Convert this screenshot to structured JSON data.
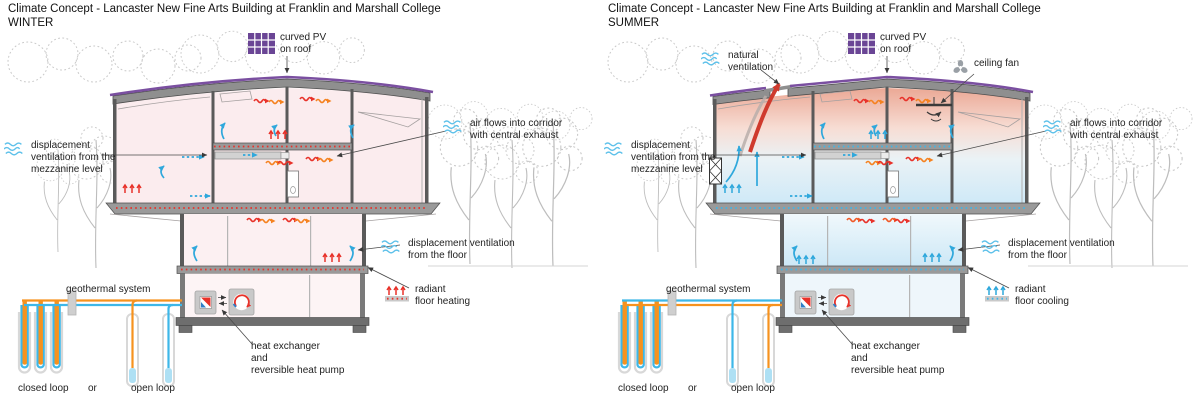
{
  "panels": {
    "winter": {
      "title": "Climate Concept - Lancaster New Fine Arts Building at Franklin and Marshall College",
      "season": "WINTER",
      "labels": {
        "curved_pv": "curved PV\non roof",
        "displacement_mezzanine": "displacement\nventilation from the\nmezzanine level",
        "air_flows_corridor": "air flows into corridor\nwith central exhaust",
        "displacement_floor": "displacement ventilation\nfrom the floor",
        "radiant_floor": "radiant\nfloor heating",
        "heat_exchanger": "heat exchanger\nand\nreversible heat pump",
        "geothermal_system": "geothermal system",
        "closed_loop": "closed loop",
        "or": "or",
        "open_loop": "open loop"
      }
    },
    "summer": {
      "title": "Climate Concept - Lancaster New Fine Arts Building at Franklin and Marshall College",
      "season": "SUMMER",
      "labels": {
        "curved_pv": "curved PV\non roof",
        "natural_ventilation": "natural\nventilation",
        "ceiling_fan": "ceiling fan",
        "displacement_mezzanine": "displacement\nventilation from the\nmezzanine level",
        "air_flows_corridor": "air flows into corridor\nwith central exhaust",
        "displacement_floor": "displacement ventilation\nfrom the floor",
        "radiant_floor": "radiant\nfloor cooling",
        "heat_exchanger": "heat exchanger\nand\nreversible heat pump",
        "geothermal_system": "geothermal system",
        "closed_loop": "closed loop",
        "or": "or",
        "open_loop": "open loop"
      }
    }
  },
  "colors": {
    "pv_purple": "#6a4595",
    "roof_gray": "#8f8f8f",
    "warm_red": "#e8322a",
    "warm_orange": "#f58220",
    "cool_blue": "#2fa8dc",
    "winter_interior_pink": "#fbecee",
    "summer_warm_top": "#ecae9d",
    "summer_cool_bottom": "#cfe9f7",
    "pipe_orange": "#f6921e",
    "pipe_blue": "#3db7e8"
  }
}
